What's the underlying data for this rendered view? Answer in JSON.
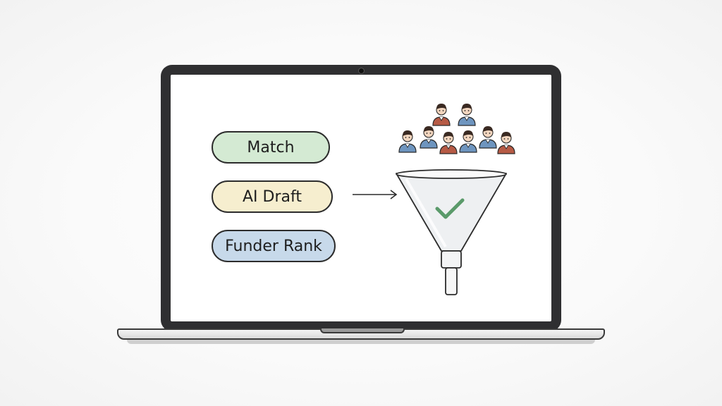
{
  "steps": [
    {
      "label": "Match",
      "color": "#d4ead3"
    },
    {
      "label": "AI Draft",
      "color": "#f6eecf"
    },
    {
      "label": "Funder Rank",
      "color": "#c7d9ea"
    }
  ],
  "icons": {
    "arrow": "arrow-right-icon",
    "funnel": "funnel-icon",
    "check": "checkmark-icon",
    "people": "people-group-icon"
  },
  "colors": {
    "check": "#5a9a6a",
    "shirt_blue": "#6e95bf",
    "shirt_red": "#b65a45",
    "hair": "#3a2a22",
    "skin": "#f3d6bf"
  },
  "people": [
    {
      "shirt": "red"
    },
    {
      "shirt": "blue"
    },
    {
      "shirt": "blue"
    },
    {
      "shirt": "blue"
    },
    {
      "shirt": "red"
    },
    {
      "shirt": "blue"
    },
    {
      "shirt": "blue"
    },
    {
      "shirt": "red"
    }
  ]
}
